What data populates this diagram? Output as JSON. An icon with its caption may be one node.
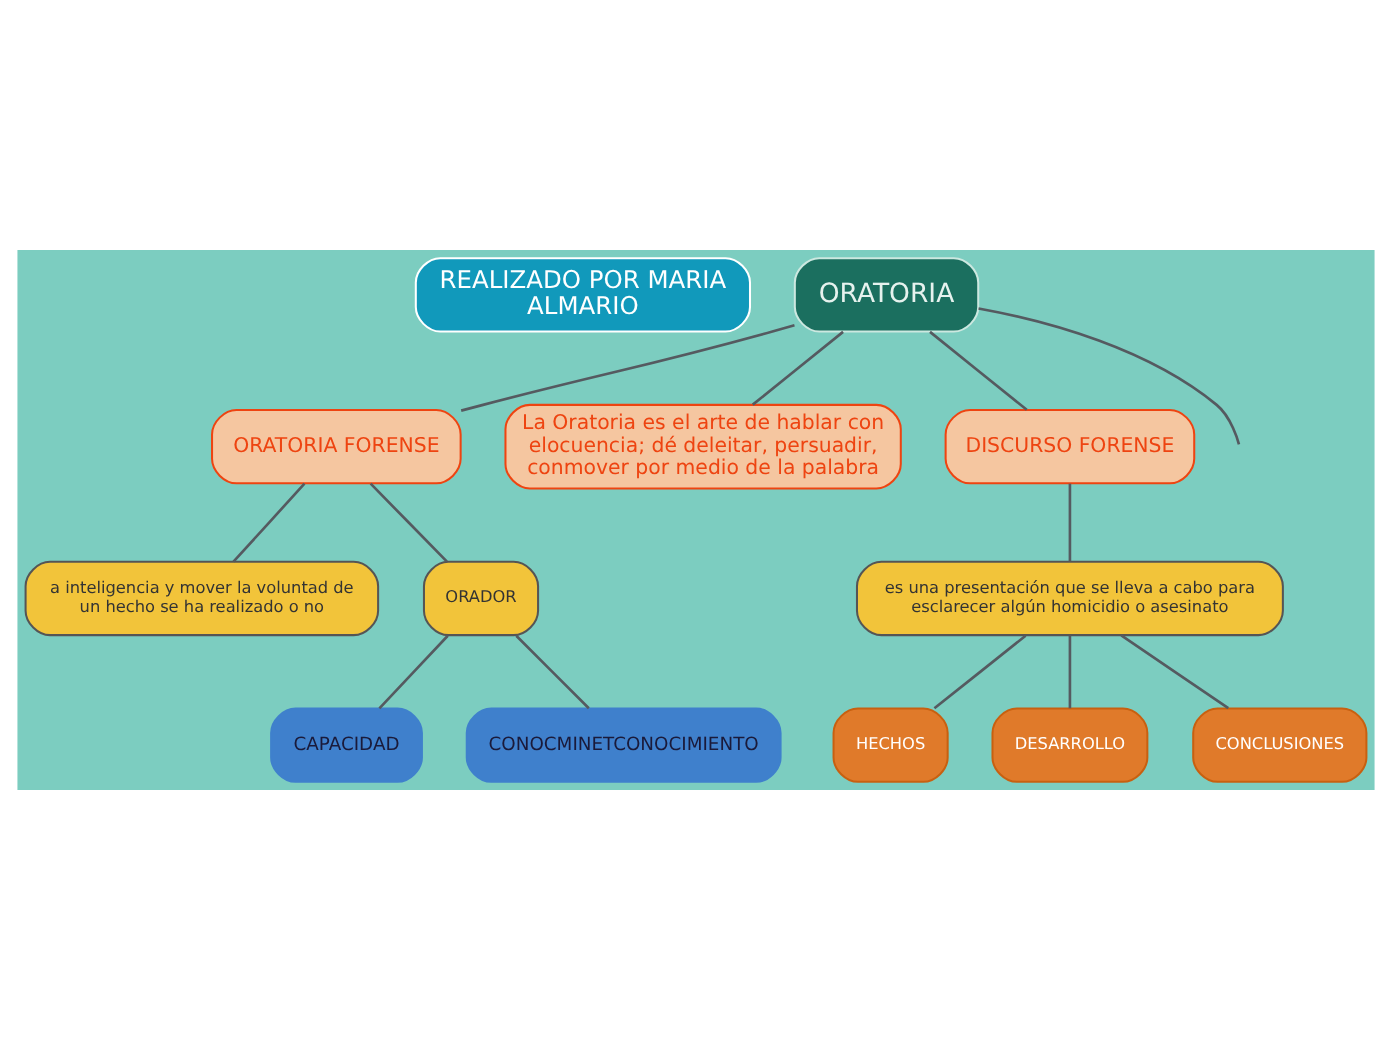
{
  "diagram": {
    "nodes": [
      {
        "text": [
          "REALIZADO POR MARIA ALMARIO"
        ]
      },
      {
        "text": [
          "ORATORIA"
        ]
      },
      {
        "text": [
          "ORATORIA FORENSE"
        ]
      },
      {
        "text": [
          "La Oratoria es el arte de hablar con elocuencia; dé deleitar, persuadir, conmover por medio de la palabra"
        ]
      },
      {
        "text": [
          "DISCURSO FORENSE"
        ]
      },
      {
        "text": [
          "a inteligencia y mover la voluntad de un hecho se ha realizado o no"
        ]
      },
      {
        "text": [
          "ORADOR"
        ]
      },
      {
        "text": [
          "CAPACIDAD"
        ]
      },
      {
        "text": [
          "CONOCMINETCONOCIMIENTO"
        ]
      },
      {
        "text": [
          "es una presentación que se lleva a cabo para esclarecer algún homicidio o asesinato"
        ]
      },
      {
        "text": [
          "HECHOS"
        ]
      },
      {
        "text": [
          "DESARROLLO"
        ]
      },
      {
        "text": [
          "CONCLUSIONES"
        ]
      }
    ],
    "edges": [
      {
        "from": 1,
        "to": 2,
        "arrow": "none"
      },
      {
        "from": 1,
        "to": 3,
        "arrow": "none"
      },
      {
        "from": 1,
        "to": 4,
        "arrow": "none"
      },
      {
        "from": 1,
        "to": null,
        "arrow": "none"
      },
      {
        "from": 2,
        "to": 5,
        "arrow": "none"
      },
      {
        "from": 2,
        "to": 6,
        "arrow": "none"
      },
      {
        "from": 6,
        "to": 7,
        "arrow": "none"
      },
      {
        "from": 6,
        "to": 8,
        "arrow": "none"
      },
      {
        "from": 4,
        "to": 9,
        "arrow": "none"
      },
      {
        "from": 9,
        "to": 10,
        "arrow": "none"
      },
      {
        "from": 9,
        "to": 11,
        "arrow": "none"
      },
      {
        "from": 9,
        "to": 12,
        "arrow": "none"
      }
    ]
  }
}
